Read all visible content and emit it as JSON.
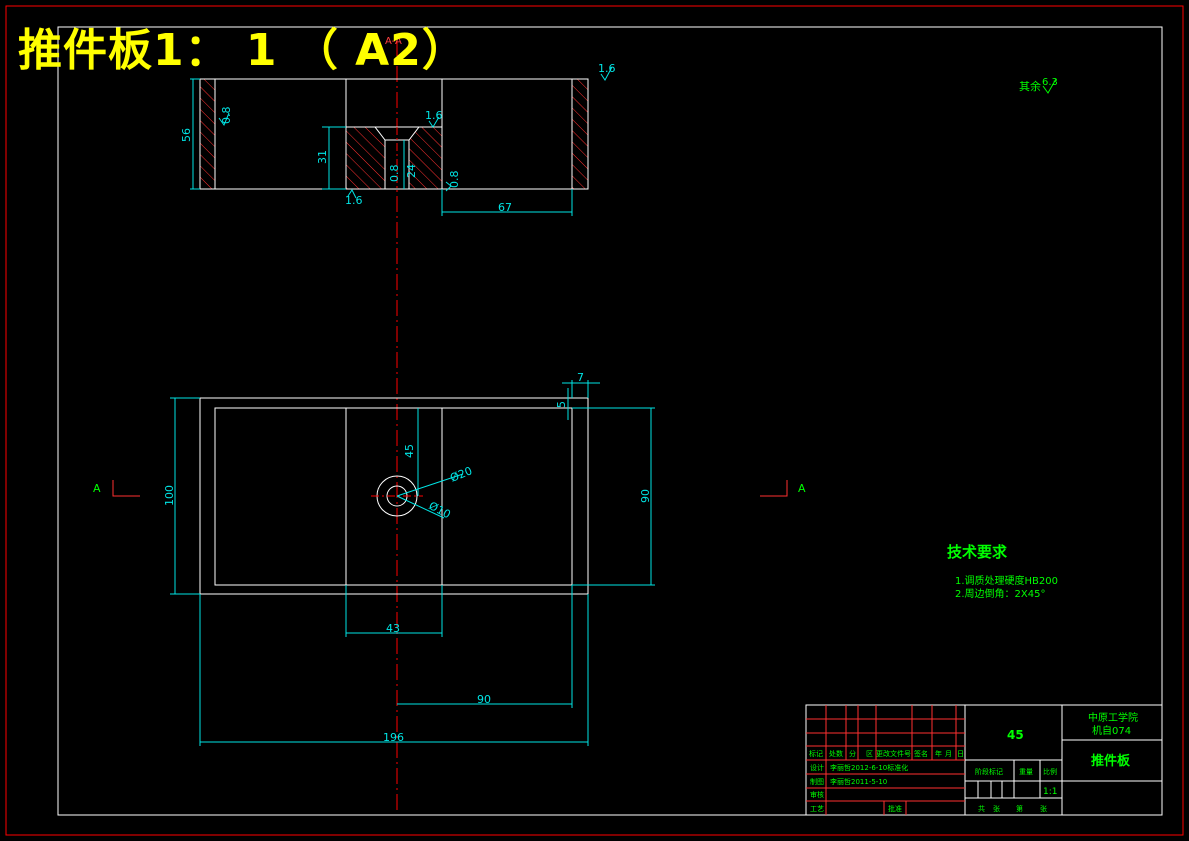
{
  "sheet_title": "推件板1： 1 （ A2）",
  "section_label": "A-A",
  "view_marks": {
    "left": "A",
    "right": "A"
  },
  "roughness": {
    "top_right_main": "1.6",
    "rest": "其余",
    "rest_value": "6.3",
    "mark_a": "1.6",
    "mark_b": "1.6",
    "mark_c": "1.6",
    "mark_d": "0.8",
    "mark_e": "0.8",
    "mark_f": "0.8"
  },
  "section_dims": {
    "height_56": "56",
    "height_31": "31",
    "height_24": "24",
    "width_67": "67"
  },
  "plan_dims": {
    "d7": "7",
    "d5": "5",
    "d45": "45",
    "d100": "100",
    "d90v": "90",
    "d_phi20": "Ø20",
    "d_phi10": "Ø10",
    "d43": "43",
    "d90h": "90",
    "d196": "196"
  },
  "tech_requirements": {
    "title": "技术要求",
    "items": [
      "1.调质处理硬度HB200",
      "2.周边倒角：2X45°"
    ]
  },
  "title_block": {
    "material": "45",
    "school": "中原工学院",
    "class": "机自074",
    "part_name": "推件板",
    "scale": "1:1",
    "header_cells": [
      "标记",
      "处数",
      "分",
      "区",
      "更改文件号",
      "签名",
      "年",
      "月",
      "日"
    ],
    "design_label": "设计",
    "design_value": "李丽哲2012-6-10标准化",
    "draw_label": "制图",
    "draw_value": "李丽哲2011-5-10",
    "check_label": "审核",
    "process_label": "工艺",
    "approve_label": "批准",
    "stage_label": "阶段标记",
    "weight_label": "重量",
    "ratio_label": "比例",
    "sheets_label": "共",
    "sheet_label": "张",
    "sheet_no_label": "第",
    "sheet_no_unit": "张"
  }
}
